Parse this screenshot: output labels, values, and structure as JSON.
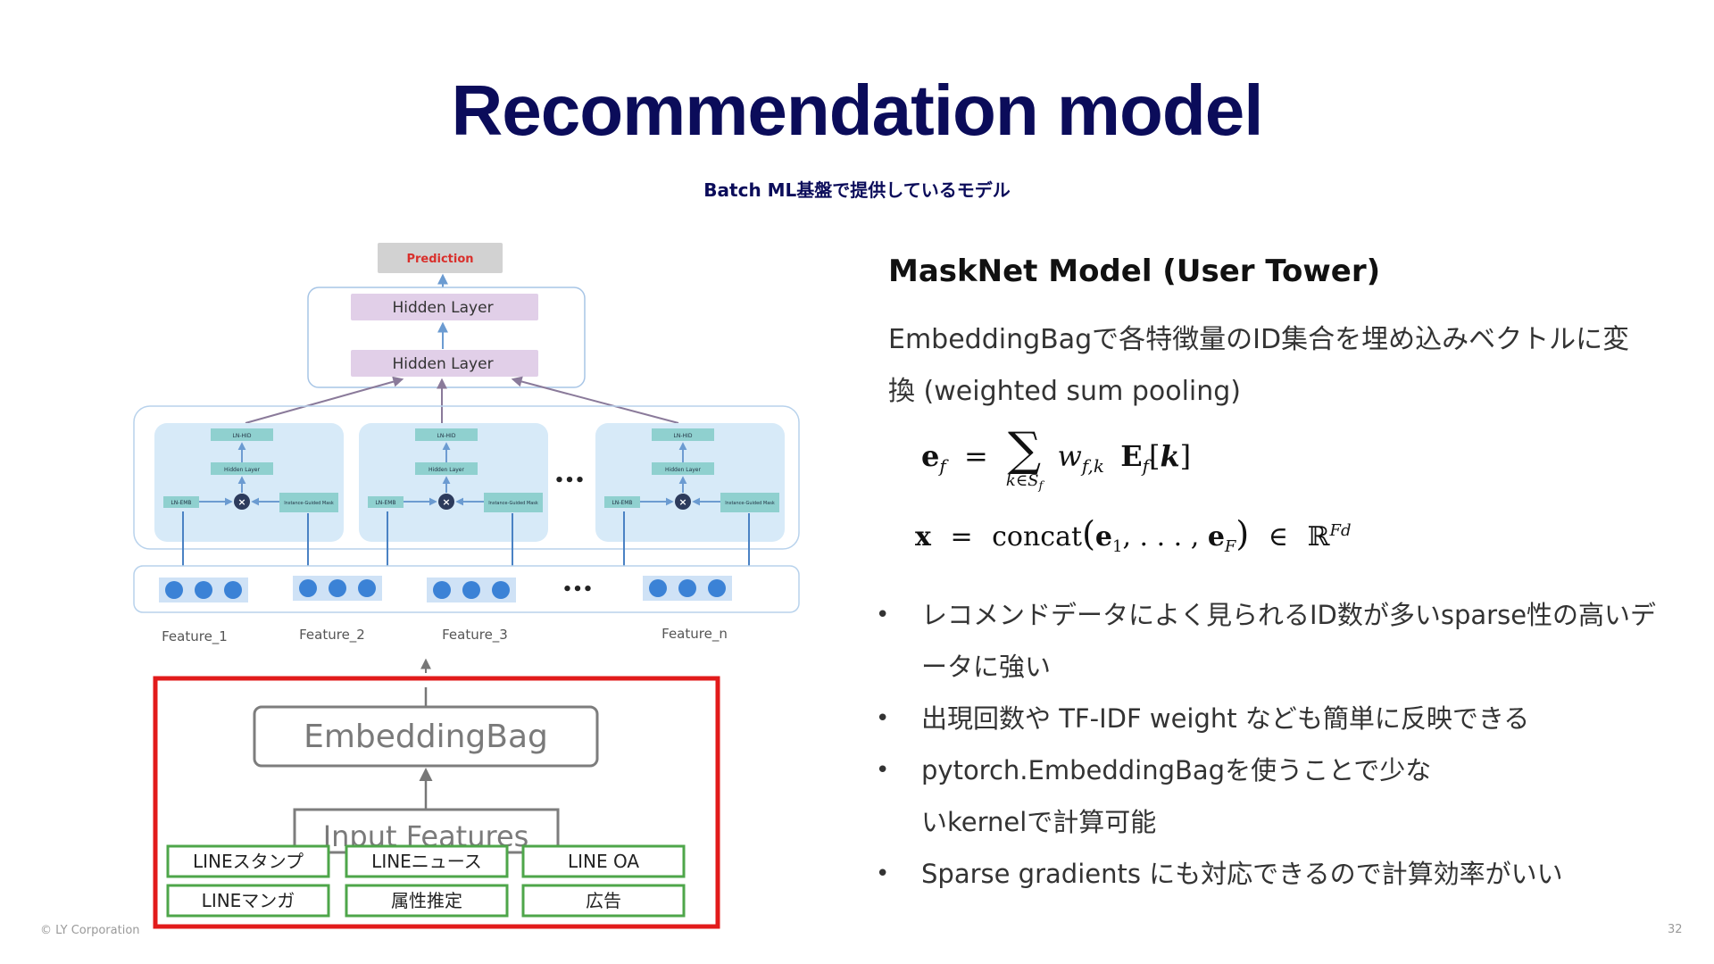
{
  "slide": {
    "title": "Recommendation model",
    "subtitle": "Batch ML基盤で提供しているモデル",
    "page_number": "32",
    "copyright": "© LY Corporation"
  },
  "diagram": {
    "prediction": "Prediction",
    "hidden_layer_top": "Hidden Layer",
    "hidden_layer_bottom": "Hidden Layer",
    "block": {
      "ln_hid": "LN-HID",
      "hidden_layer": "Hidden Layer",
      "ln_emb": "LN-EMB",
      "mask": "Instance-Guided Mask"
    },
    "ellipsis": "•••",
    "features": [
      "Feature_1",
      "Feature_2",
      "Feature_3",
      "Feature_n"
    ],
    "embedding_bag": "EmbeddingBag",
    "input_features": "Input Features",
    "sources": [
      "LINEスタンプ",
      "LINEニュース",
      "LINE OA",
      "LINEマンガ",
      "属性推定",
      "広告"
    ],
    "colors": {
      "highlight": "#e21b1b",
      "source_border": "#4ea64a",
      "block_fill": "#d7eaf8",
      "hidden_fill": "#e1cfe8"
    }
  },
  "content": {
    "heading": "MaskNet Model (User Tower)",
    "paragraph": "EmbeddingBagで各特徴量のID集合を埋め込みベクトルに変換 (weighted sum pooling)",
    "bullets": [
      "レコメンドデータによく見られるID数が多いsparse性の高いデータに強い",
      "出現回数や TF-IDF weight なども簡単に反映できる",
      "pytorch.EmbeddingBagを使うことで少ないkernelで計算可能",
      "Sparse gradients にも対応できるので計算効率がいい"
    ]
  }
}
